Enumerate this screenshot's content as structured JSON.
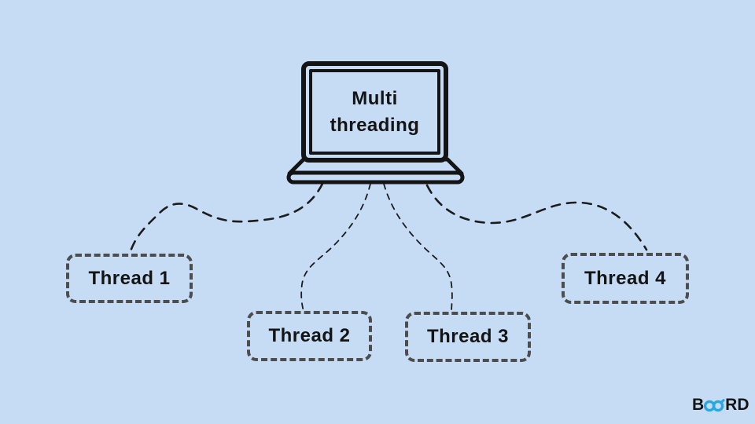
{
  "title": {
    "line1": "Multi",
    "line2": "threading"
  },
  "threads": [
    {
      "label": "Thread 1"
    },
    {
      "label": "Thread 2"
    },
    {
      "label": "Thread 3"
    },
    {
      "label": "Thread 4"
    }
  ],
  "logo": {
    "prefix": "B",
    "suffix": "RD",
    "icon": "infinity-icon"
  },
  "colors": {
    "background": "#c6dcf5",
    "ink": "#141414",
    "box_border": "#4d4d4d",
    "logo_accent": "#29a8e0"
  }
}
